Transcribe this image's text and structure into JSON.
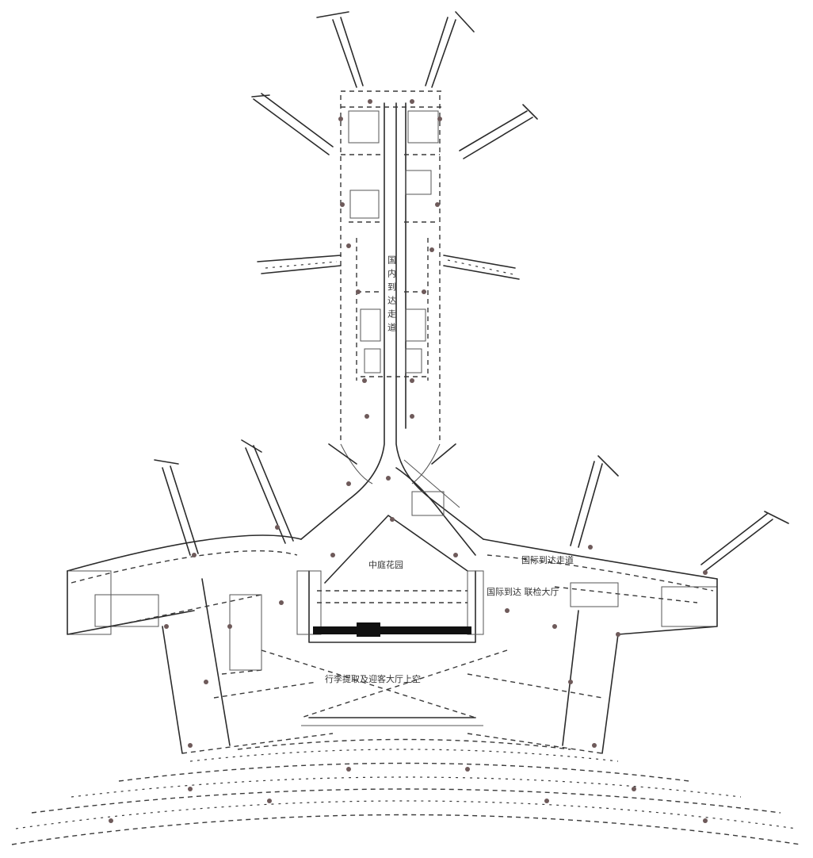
{
  "labels": {
    "domestic_corridor": "国内到达走道",
    "courtyard": "中庭花园",
    "intl_corridor": "国际到达走道",
    "intl_checkpoint": "国际到达 联检大厅",
    "baggage_hall": "行李提取及迎客大厅上空"
  },
  "colors": {
    "line": "#2b2b2b",
    "column": "#6e5a5a",
    "fill_block": "#111111"
  }
}
